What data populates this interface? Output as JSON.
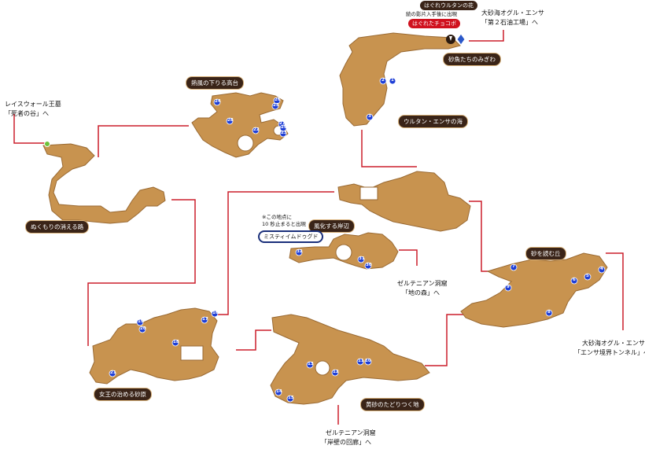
{
  "areas": {
    "heat_wind": "熱風の下りる高台",
    "warmth": "ぬくもりの消える路",
    "weathered": "風化する岸辺",
    "ultan_sea": "ウルタン・エンサの海",
    "fish_bustle": "砂魚たちのみぎわ",
    "sand_hill": "砂を読む丘",
    "queen": "女王の治める砂原",
    "yellow_sand": "黄砂のたどりつく地"
  },
  "exits": {
    "leyswall_line1": "レイスウォール王墓",
    "leyswall_line2": "「死者の谷」へ",
    "oasis_line1": "大砂海オグル・エンサ",
    "oasis_line2": "「第２石油工場」へ",
    "earth_line1": "ゼルテニアン洞窟",
    "earth_line2": "「地の森」へ",
    "tunnel_line1": "大砂海オグル・エンサ",
    "tunnel_line2": "「エンサ境界トンネル」へ",
    "cliff_line1": "ゼルテニアン洞窟",
    "cliff_line2": "「岸壁の回廊」へ"
  },
  "notes": {
    "flower_title": "はぐれウルタンの花",
    "flower_cond": "続の影片入手後に出現",
    "chocobo": "はぐれたチョコボ",
    "rare_line1": "※この地点に",
    "rare_line2": "10 秒止まると出現",
    "rare_name": "ミスティイムドゥグド"
  },
  "markers": [
    "1",
    "2",
    "3",
    "4",
    "5",
    "6",
    "7",
    "8",
    "9",
    "10",
    "11",
    "12",
    "13",
    "14",
    "15",
    "16",
    "17",
    "18",
    "19",
    "20",
    "21",
    "22",
    "23",
    "24",
    "25",
    "26",
    "27",
    "28",
    "29",
    "30",
    "31",
    "32"
  ],
  "colors": {
    "cave": "#c8934f",
    "route": "#cc1f2b",
    "marker": "#1f3fd6",
    "label_bg": "#3a2418"
  }
}
